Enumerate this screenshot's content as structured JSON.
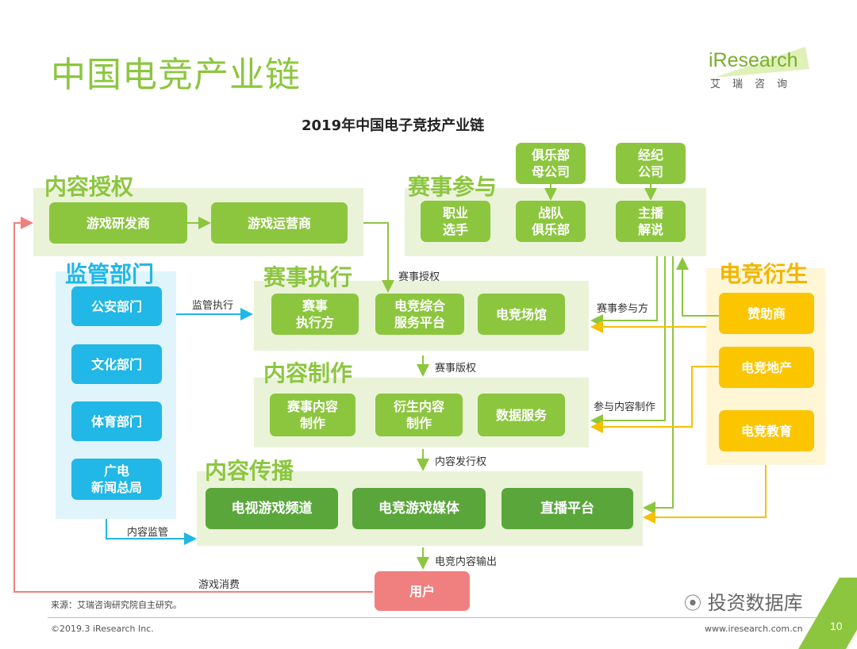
{
  "slide_title": "中国电竞产业链",
  "diagram_title": "2019年中国电子竞技产业链",
  "logo": {
    "main": "iResearch",
    "sub": "艾瑞咨询"
  },
  "sections": {
    "content_license": "内容授权",
    "regulators": "监管部门",
    "event_participation": "赛事参与",
    "event_execution": "赛事执行",
    "content_production": "内容制作",
    "content_distribution": "内容传播",
    "derivatives": "电竞衍生"
  },
  "nodes": {
    "game_developer": "游戏研发商",
    "game_operator": "游戏运营商",
    "public_security": "公安部门",
    "culture_dept": "文化部门",
    "sports_dept": "体育部门",
    "sarft": "广电\n新闻总局",
    "club_parent": "俱乐部\n母公司",
    "agency": "经纪\n公司",
    "pro_player": "职业\n选手",
    "team_club": "战队\n俱乐部",
    "streamer_commentator": "主播\n解说",
    "event_executor": "赛事\n执行方",
    "esports_platform": "电竞综合\n服务平台",
    "esports_venue": "电竞场馆",
    "event_content": "赛事内容\n制作",
    "derived_content": "衍生内容\n制作",
    "data_service": "数据服务",
    "tv_channel": "电视游戏频道",
    "esports_media": "电竞游戏媒体",
    "live_platform": "直播平台",
    "sponsor": "赞助商",
    "esports_realestate": "电竞地产",
    "esports_education": "电竞教育",
    "user": "用户"
  },
  "edge_labels": {
    "event_license": "赛事授权",
    "supervision": "监管执行",
    "event_participants": "赛事参与方",
    "event_copyright": "赛事版权",
    "participate_production": "参与内容制作",
    "distribution_rights": "内容发行权",
    "content_supervision": "内容监管",
    "esports_output": "电竞内容输出",
    "game_consumption": "游戏消费"
  },
  "footer": {
    "source": "来源：艾瑞咨询研究院自主研究。",
    "copyright": "©2019.3 iResearch Inc.",
    "url": "www.iresearch.com.cn",
    "page": "10",
    "watermark": "投资数据库"
  },
  "colors": {
    "title_green": "#8cc63f",
    "box_light_green": "#8cc63f",
    "box_dark_green": "#5aa63b",
    "box_blue": "#21b7e6",
    "box_yellow": "#fbc500",
    "box_pink": "#f08080",
    "panel_green": "#eaf3d8",
    "panel_blue": "#dff5fb",
    "panel_yellow": "#fff6d6"
  }
}
